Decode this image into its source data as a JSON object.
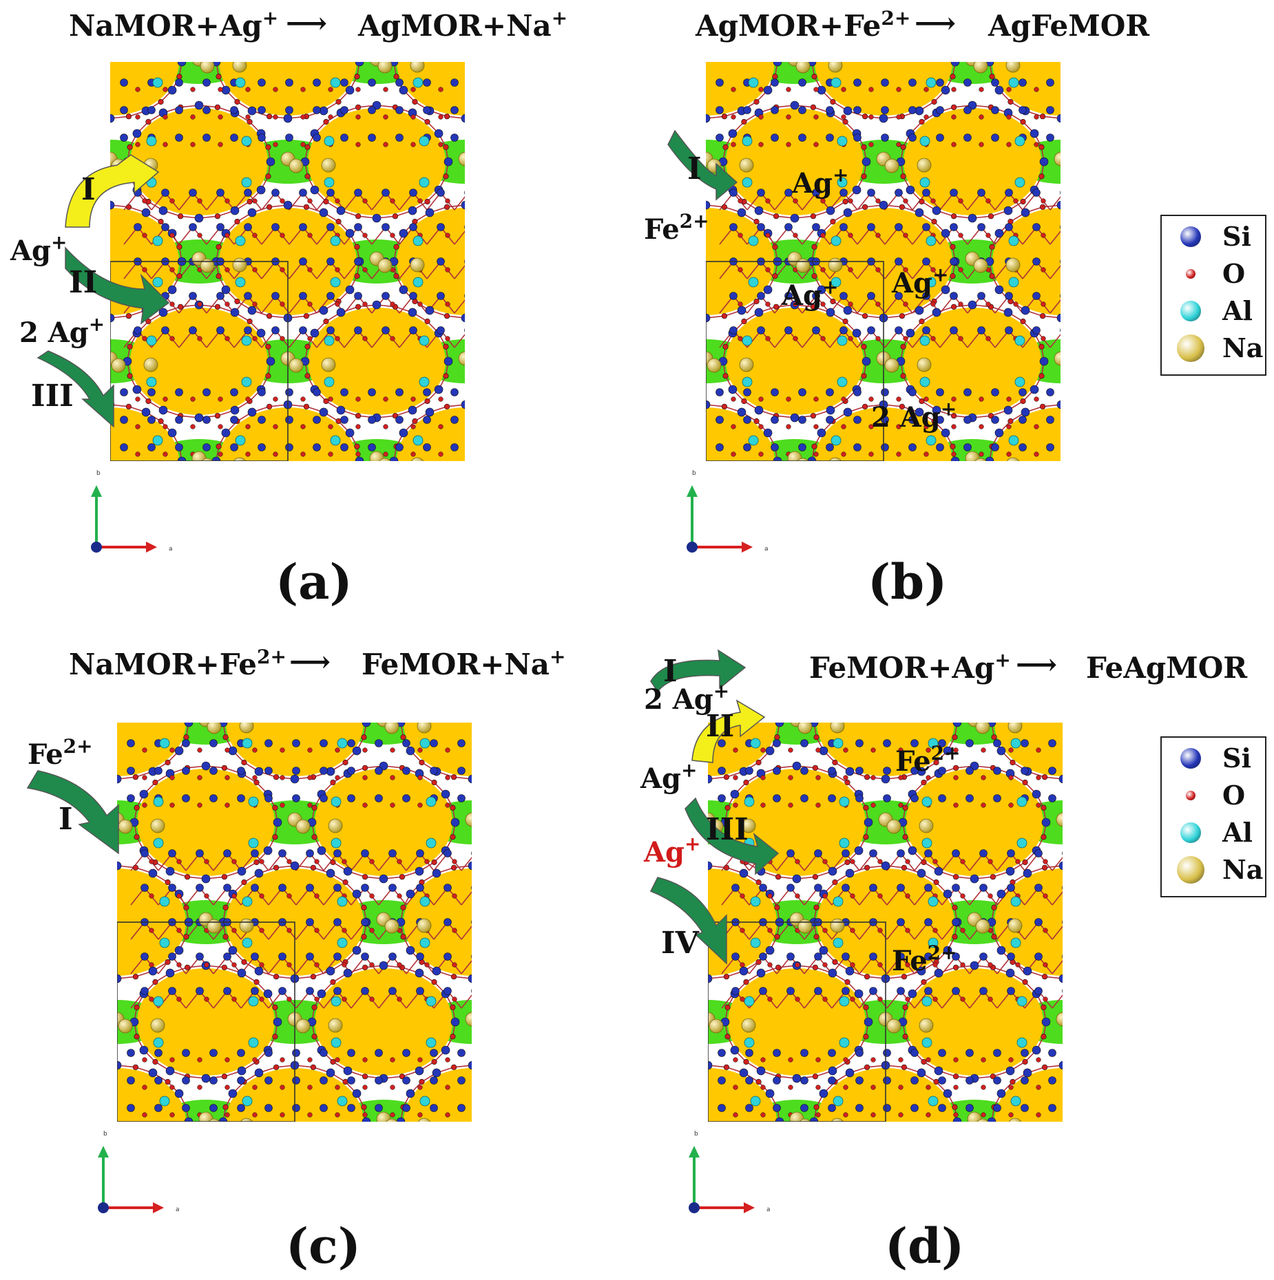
{
  "panels": {
    "a": {
      "reaction_left": "NaMOR+Ag",
      "reaction_left_sup": "+",
      "reaction_right": "AgMOR+Na",
      "reaction_right_sup": "+",
      "caption": "(a)",
      "sites": {
        "I": "I",
        "II": "II",
        "III": "III"
      },
      "ion_labels": {
        "ag1": "Ag",
        "ag1_sup": "+",
        "ag2": "2 Ag",
        "ag2_sup": "+"
      }
    },
    "b": {
      "reaction_left": "AgMOR+Fe",
      "reaction_left_sup": "2+",
      "reaction_right": "AgFeMOR",
      "caption": "(b)",
      "sites": {
        "I": "I"
      },
      "ion_labels": {
        "fe": "Fe",
        "fe_sup": "2+",
        "in1": "Ag",
        "in1_sup": "+",
        "in2": "Ag",
        "in2_sup": "+",
        "in3": "Ag",
        "in3_sup": "+",
        "in4": "2 Ag",
        "in4_sup": "+"
      }
    },
    "c": {
      "reaction_left": "NaMOR+Fe",
      "reaction_left_sup": "2+",
      "reaction_right": "FeMOR+Na",
      "reaction_right_sup": "+",
      "caption": "(c)",
      "sites": {
        "I": "I"
      },
      "ion_labels": {
        "fe": "Fe",
        "fe_sup": "2+"
      }
    },
    "d": {
      "reaction_left": "FeMOR+Ag",
      "reaction_left_sup": "+",
      "reaction_right": "FeAgMOR",
      "caption": "(d)",
      "sites": {
        "I": "I",
        "II": "II",
        "III": "III",
        "IV": "IV"
      },
      "ion_labels": {
        "ag2": "2 Ag",
        "ag2_sup": "+",
        "ag1": "Ag",
        "ag1_sup": "+",
        "ag_red": "Ag",
        "ag_red_sup": "+",
        "fe_in1": "Fe",
        "fe_in1_sup": "2+",
        "fe_in2": "Fe",
        "fe_in2_sup": "2+"
      }
    }
  },
  "axis_labels": {
    "b": "b",
    "a": "a"
  },
  "legend": [
    {
      "name": "Si",
      "color": "#2436b8"
    },
    {
      "name": "O",
      "color": "#d02020"
    },
    {
      "name": "Al",
      "color": "#2fd3d8"
    },
    {
      "name": "Na",
      "color": "#d9c04a"
    }
  ],
  "colors": {
    "channel": "#ffc800",
    "pocket": "#4ddc1e",
    "si": "#2436b8",
    "o": "#d02020",
    "al": "#2fd3d8",
    "na": "#d9c04a",
    "arrow_green": "#1f8a4c",
    "arrow_yellow": "#f4ee1a"
  }
}
